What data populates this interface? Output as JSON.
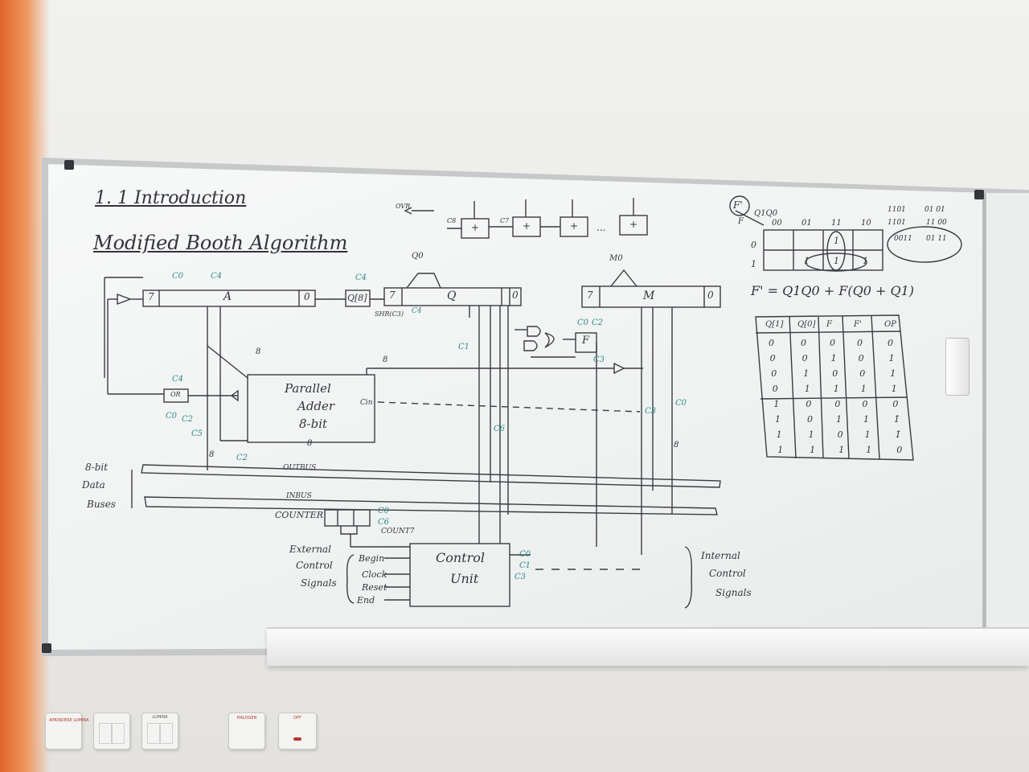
{
  "board": {
    "title": "1. 1  Introduction",
    "subtitle": "Modified Booth Algorithm",
    "registers": {
      "A": "A",
      "Q": "Q",
      "M": "M",
      "Q8": "Q[8]",
      "seven": "7",
      "zero": "0",
      "F": "F"
    },
    "units": {
      "adder_l1": "Parallel",
      "adder_l2": "Adder",
      "adder_l3": "8-bit",
      "cin": "Cin",
      "or": "OR",
      "control_l1": "Control",
      "control_l2": "Unit",
      "counter": "COUNTER",
      "count7": "COUNT7"
    },
    "buses": {
      "outbus": "OUTBUS",
      "inbus": "INBUS",
      "data_l1": "8-bit",
      "data_l2": "Data",
      "data_l3": "Buses",
      "width": "8"
    },
    "external": {
      "l1": "External",
      "l2": "Control",
      "l3": "Signals",
      "begin": "Begin",
      "clock": "Clock",
      "reset": "Reset",
      "end": "End"
    },
    "internal": {
      "l1": "Internal",
      "l2": "Control",
      "l3": "Signals"
    },
    "signals": {
      "c0": "C0",
      "c1": "C1",
      "c2": "C2",
      "c3": "C3",
      "c4": "C4",
      "c5": "C5",
      "c6": "C6",
      "ovr": "OVR",
      "q0": "Q0",
      "m0": "M0",
      "shr": "SHR(C3)"
    },
    "kmap": {
      "label": "F'",
      "var": "Q1Q0",
      "row_var": "F",
      "cols": [
        "00",
        "01",
        "11",
        "10"
      ],
      "rows": [
        "0",
        "1"
      ],
      "cells": [
        [
          "",
          "",
          "1",
          ""
        ],
        [
          "",
          "1",
          "1",
          "1"
        ]
      ],
      "equation": "F' = Q1Q0 + F(Q0 + Q1)"
    },
    "truth_table": {
      "headers": [
        "Q[1]",
        "Q[0]",
        "F",
        "F'",
        "OP"
      ],
      "rows": [
        [
          "0",
          "0",
          "0",
          "0",
          "0"
        ],
        [
          "0",
          "0",
          "1",
          "0",
          "1"
        ],
        [
          "0",
          "1",
          "0",
          "0",
          "1"
        ],
        [
          "0",
          "1",
          "1",
          "1",
          "1"
        ],
        [
          "1",
          "0",
          "0",
          "0",
          "0"
        ],
        [
          "1",
          "0",
          "1",
          "1",
          "1̄"
        ],
        [
          "1",
          "1",
          "0",
          "1",
          "1̄"
        ],
        [
          "1",
          "1",
          "1",
          "1",
          "0"
        ]
      ]
    },
    "binary_notes": [
      "1101",
      "01 01",
      "1101",
      "11 00",
      "0011",
      "01 11"
    ],
    "top_adder": {
      "plus": "+",
      "dots": "...",
      "ovr": "OVR",
      "c8": "C8",
      "c7": "C7"
    }
  },
  "switches": [
    {
      "label": "APRINDERE LUMINA"
    },
    {
      "label": ""
    },
    {
      "label": "LUMINA"
    },
    {
      "label": "HALOGEN"
    },
    {
      "label": "OFF"
    }
  ]
}
